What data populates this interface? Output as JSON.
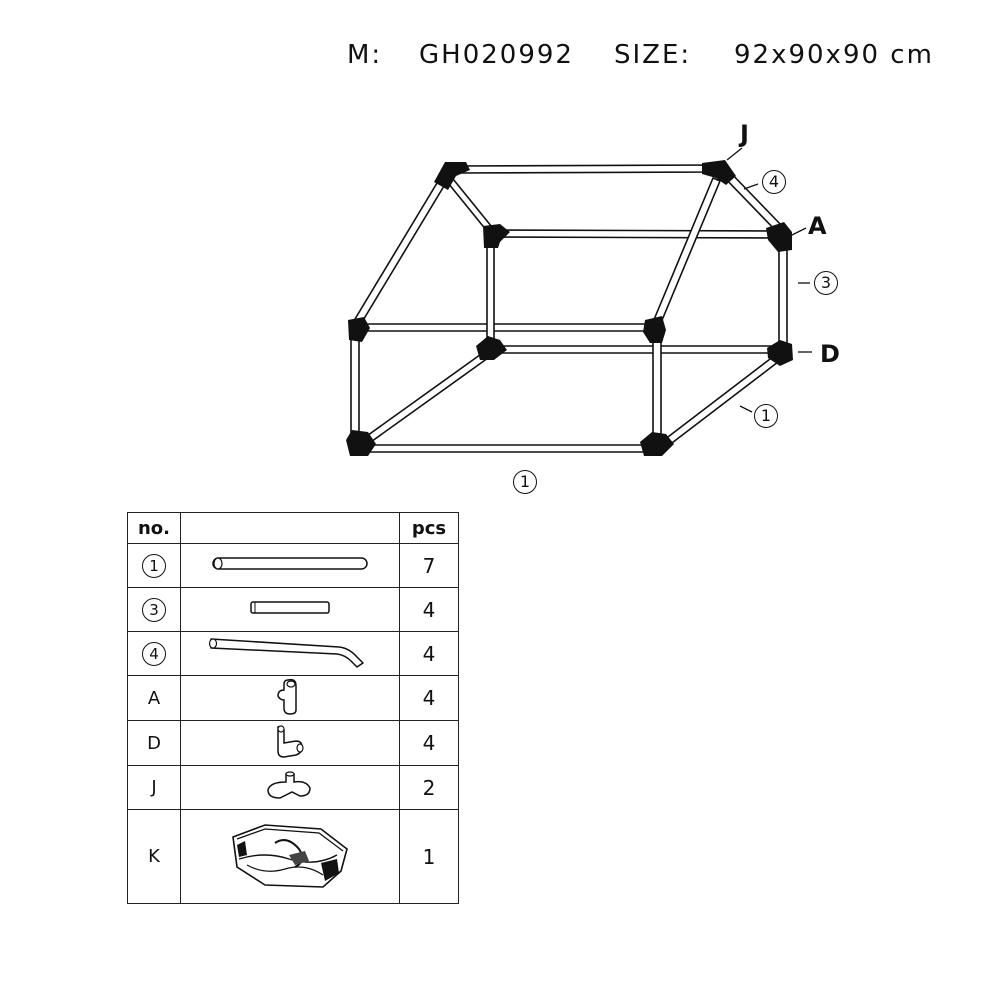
{
  "header": {
    "model_label": "M:",
    "model": "GH020992",
    "size_label": "SIZE:",
    "size": "92x90x90 cm"
  },
  "diagram": {
    "callouts": {
      "J": "J",
      "four": "4",
      "A": "A",
      "three": "3",
      "D": "D",
      "one_right": "1",
      "one_bottom": "1"
    }
  },
  "table": {
    "headers": {
      "no": "no.",
      "picture": "",
      "pcs": "pcs"
    },
    "rows": [
      {
        "no": "1",
        "circled": true,
        "part": "long-tube",
        "pcs": "7"
      },
      {
        "no": "3",
        "circled": true,
        "part": "short-tube",
        "pcs": "4"
      },
      {
        "no": "4",
        "circled": true,
        "part": "bent-tube",
        "pcs": "4"
      },
      {
        "no": "A",
        "circled": false,
        "part": "connector-a",
        "pcs": "4"
      },
      {
        "no": "D",
        "circled": false,
        "part": "connector-d",
        "pcs": "4"
      },
      {
        "no": "J",
        "circled": false,
        "part": "connector-j",
        "pcs": "2"
      },
      {
        "no": "K",
        "circled": false,
        "part": "cover",
        "pcs": "1"
      }
    ]
  }
}
